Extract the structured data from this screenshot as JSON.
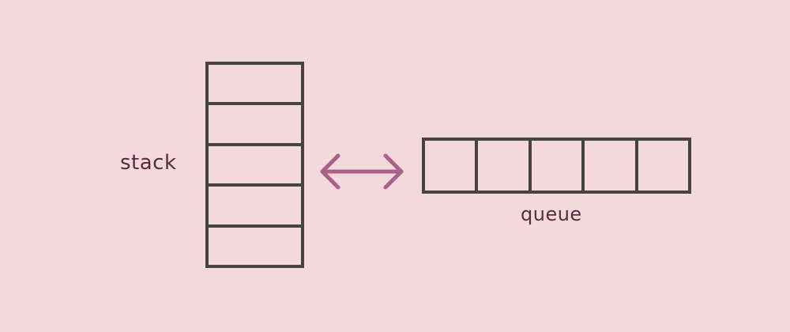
{
  "diagram": {
    "stack_label": "stack",
    "queue_label": "queue",
    "stack_cells": 5,
    "queue_cells": 5,
    "arrow": "bidirectional",
    "colors": {
      "background": "#f3d9db",
      "box_outline": "#444444",
      "label": "#5a2a45",
      "arrow": "#a8628a"
    }
  }
}
